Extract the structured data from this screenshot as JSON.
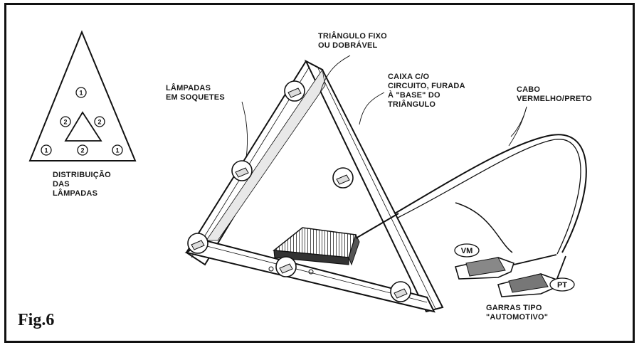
{
  "labels": {
    "fixed_triangle": "TRIÂNGULO FIXO\nOU DOBRÁVEL",
    "lamps": "LÂMPADAS\nEM SOQUETES",
    "box": "CAIXA C/O\nCIRCUITO, FURADA\nÀ \"BASE\" DO\nTRIÂNGULO",
    "cable": "CABO\nVERMELHO/PRETO",
    "distribution": "DISTRIBUIÇÃO\nDAS\nLÂMPADAS",
    "clamps": "GARRAS TIPO\n\"AUTOMOTIVO\"",
    "figure": "Fig.6"
  },
  "tags": {
    "red": "VM",
    "black": "PT"
  },
  "lamp_numbers": {
    "top": "1",
    "left_mid": "2",
    "right_mid": "2",
    "bottom_left": "1",
    "bottom_mid": "2",
    "bottom_right": "1"
  }
}
